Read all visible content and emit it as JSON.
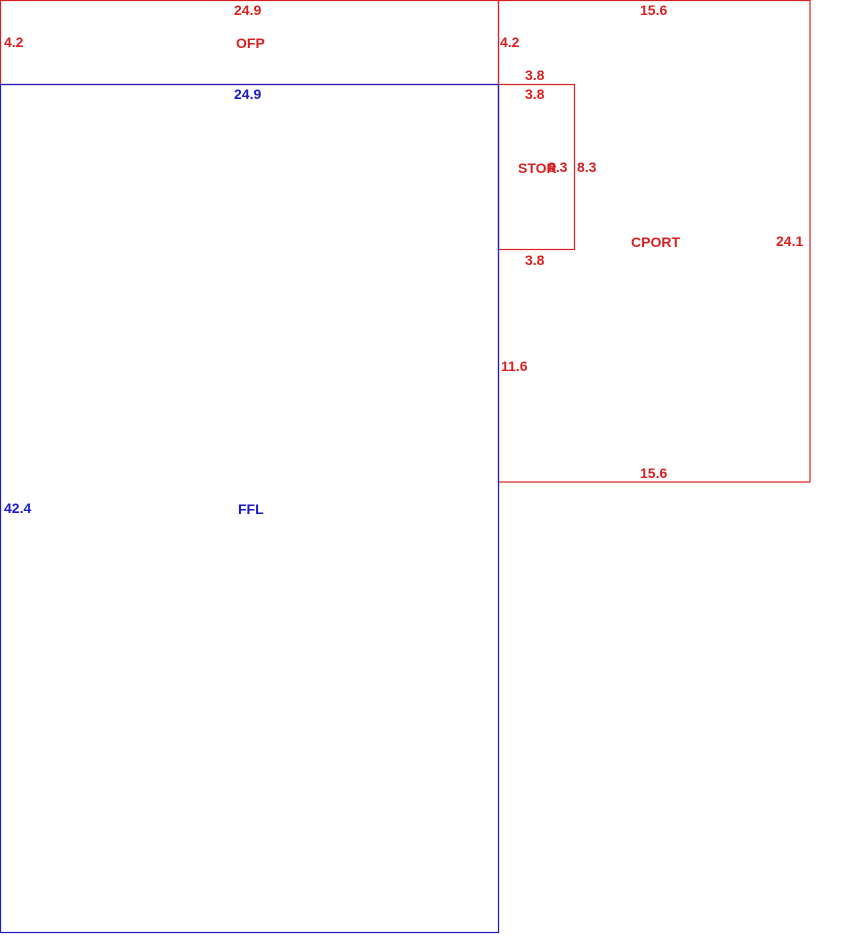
{
  "colors": {
    "red": "#d91f1f",
    "blue": "#1a1acc"
  },
  "areas": {
    "ofp": {
      "name": "OFP",
      "top": "24.9",
      "left": "4.2",
      "right": "4.2"
    },
    "ffl": {
      "name": "FFL",
      "top": "24.9",
      "left": "42.4"
    },
    "cport": {
      "name": "CPORT",
      "top": "15.6",
      "right": "24.1",
      "bottom": "15.6",
      "left": "11.6"
    },
    "stor": {
      "name": "STOR",
      "top_outer": "3.8",
      "top_inner": "3.8",
      "left": "8.3",
      "right": "8.3",
      "bottom": "3.8"
    }
  }
}
